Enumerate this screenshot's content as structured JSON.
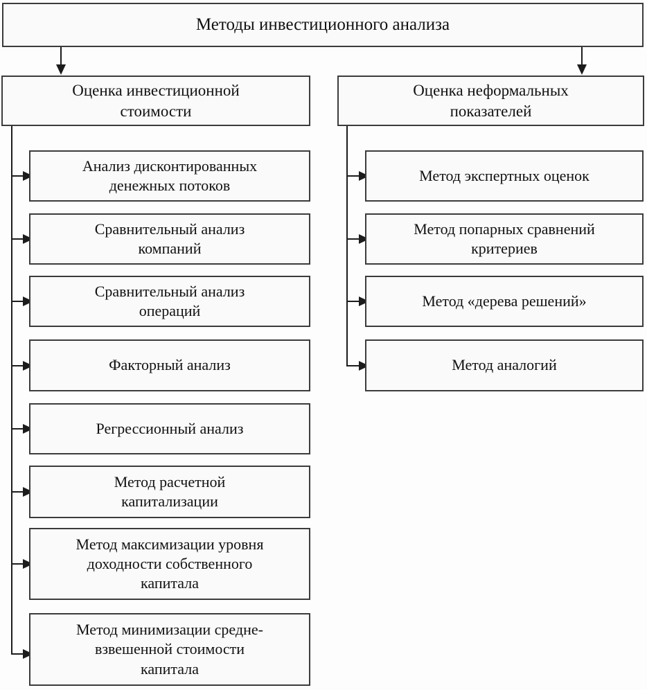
{
  "diagram": {
    "title_box": {
      "label": "Методы инвестиционного анализа"
    },
    "branches": [
      {
        "id": "investment-value-assessment",
        "header": "Оценка инвестиционной\nстоимости",
        "methods": [
          "Анализ дисконтированных\nденежных потоков",
          "Сравнительный анализ\nкомпаний",
          "Сравнительный анализ\nопераций",
          "Факторный анализ",
          "Регрессионный анализ",
          "Метод расчетной\nкапитализации",
          "Метод максимизации уровня\nдоходности собственного\nкапитала",
          "Метод минимизации средне-\nвзвешенной стоимости\nкапитала"
        ]
      },
      {
        "id": "informal-indicators-assessment",
        "header": "Оценка неформальных\nпоказателей",
        "methods": [
          "Метод экспертных оценок",
          "Метод попарных сравнений\nкритериев",
          "Метод «дерева решений»",
          "Метод аналогий"
        ]
      }
    ],
    "colors": {
      "box_border": "#3b3b3b",
      "connector": "#1c1c1c",
      "box_fill": "#fafafa",
      "page_background": "#fdfdfd",
      "text": "#111111"
    }
  }
}
